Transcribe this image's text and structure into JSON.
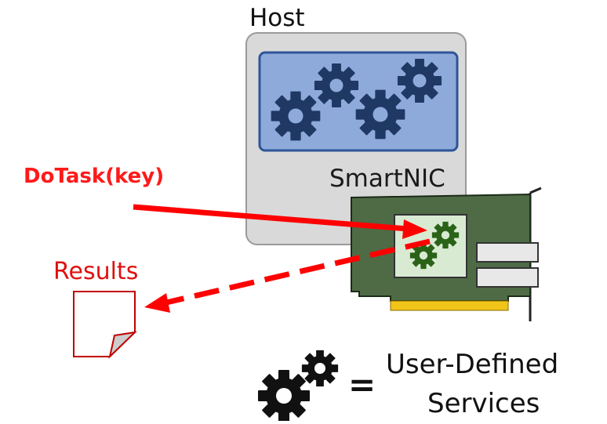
{
  "labels": {
    "host": "Host",
    "smartnic": "SmartNIC",
    "dotask": "DoTask(key)",
    "results": "Results",
    "equals": "=",
    "legend_line1": "User-Defined",
    "legend_line2": "Services"
  },
  "colors": {
    "host_box_fill": "#d9d9d9",
    "host_box_stroke": "#9a9a9a",
    "host_panel_fill": "#8eaadb",
    "host_panel_stroke": "#2f5597",
    "host_gear": "#1f3864",
    "card_fill": "#4e6b45",
    "card_stroke": "#1c2b18",
    "chip_fill": "#d9ead3",
    "nic_gear": "#2a6317",
    "edge_connector": "#f0c419",
    "arrow_red": "#ff0000",
    "results_doc": "#c00000",
    "legend_gear": "#111111"
  },
  "icons": [
    "host-gear-icon",
    "nic-gear-icon",
    "legend-gear-icon",
    "document-icon",
    "arrow-icon"
  ]
}
